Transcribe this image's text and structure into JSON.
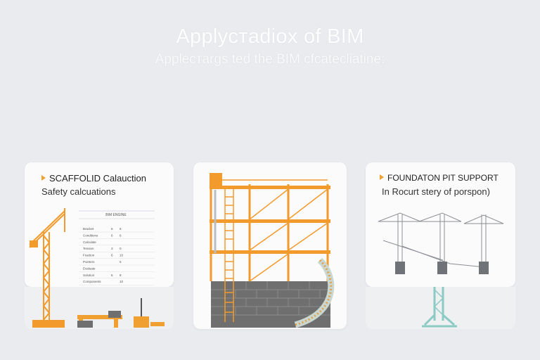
{
  "header": {
    "title": "Applycтadiox of BIM",
    "subtitle": "Applecтargs ted the BIM cfcatecliatine:"
  },
  "cards": [
    {
      "title": "SCAFFOLID Calauction",
      "subtitle": "Safety calcuations"
    },
    {
      "title": "",
      "subtitle": ""
    },
    {
      "title": "FOUNDATON PIT SUPPORT",
      "subtitle": "In Rocurt stery of porspon)"
    }
  ],
  "calc_table": {
    "header": "BIM ENGINE",
    "rows": [
      {
        "label": "Bracket",
        "a": "6",
        "b": "8"
      },
      {
        "label": "Conditions",
        "a": "6",
        "b": "6"
      },
      {
        "label": "Calculate",
        "a": "",
        "b": ""
      },
      {
        "label": "Tension",
        "a": "3",
        "b": "0"
      },
      {
        "label": "Fraction",
        "a": "6",
        "b": "10"
      },
      {
        "label": "Pointers",
        "a": "",
        "b": "5"
      },
      {
        "label": "Evaluate",
        "a": "",
        "b": ""
      },
      {
        "label": "Solution",
        "a": "6",
        "b": "8"
      },
      {
        "label": "Components",
        "a": "",
        "b": "10"
      }
    ]
  },
  "colors": {
    "accent": "#f0a030",
    "scaffold": "#f39a2c",
    "wall": "#6f6f6f",
    "tower": "#8ccac4",
    "background": "#e9ebee"
  }
}
